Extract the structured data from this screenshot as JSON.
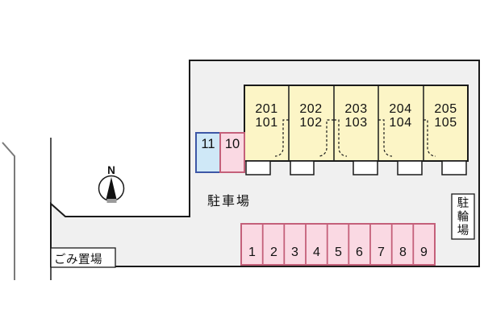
{
  "site_plan": {
    "north_label": "N",
    "parking_area_label": "駐車場",
    "bicycle_parking_label": "駐輪場",
    "bicycle_parking_chars": [
      "駐",
      "輪",
      "場"
    ],
    "garbage_area_label": "ごみ置場",
    "building_units": [
      {
        "upper": "201",
        "lower": "101"
      },
      {
        "upper": "202",
        "lower": "102"
      },
      {
        "upper": "203",
        "lower": "103"
      },
      {
        "upper": "204",
        "lower": "104"
      },
      {
        "upper": "205",
        "lower": "105"
      }
    ],
    "row_parking_spots": [
      "1",
      "2",
      "3",
      "4",
      "5",
      "6",
      "7",
      "8",
      "9"
    ],
    "side_parking_spots": [
      {
        "label": "11",
        "color": "blue"
      },
      {
        "label": "10",
        "color": "pink"
      }
    ],
    "colors": {
      "parcel_fill": "#f0f0f0",
      "building_fill": "#fcf5c6",
      "pink_spot_fill": "#fad9e3",
      "pink_spot_border": "#c4607a",
      "blue_spot_fill": "#cfe8f7",
      "blue_spot_border": "#3d57a6",
      "line_color": "#1a1a1a",
      "road_line_gray": "#7a7a7a"
    }
  }
}
